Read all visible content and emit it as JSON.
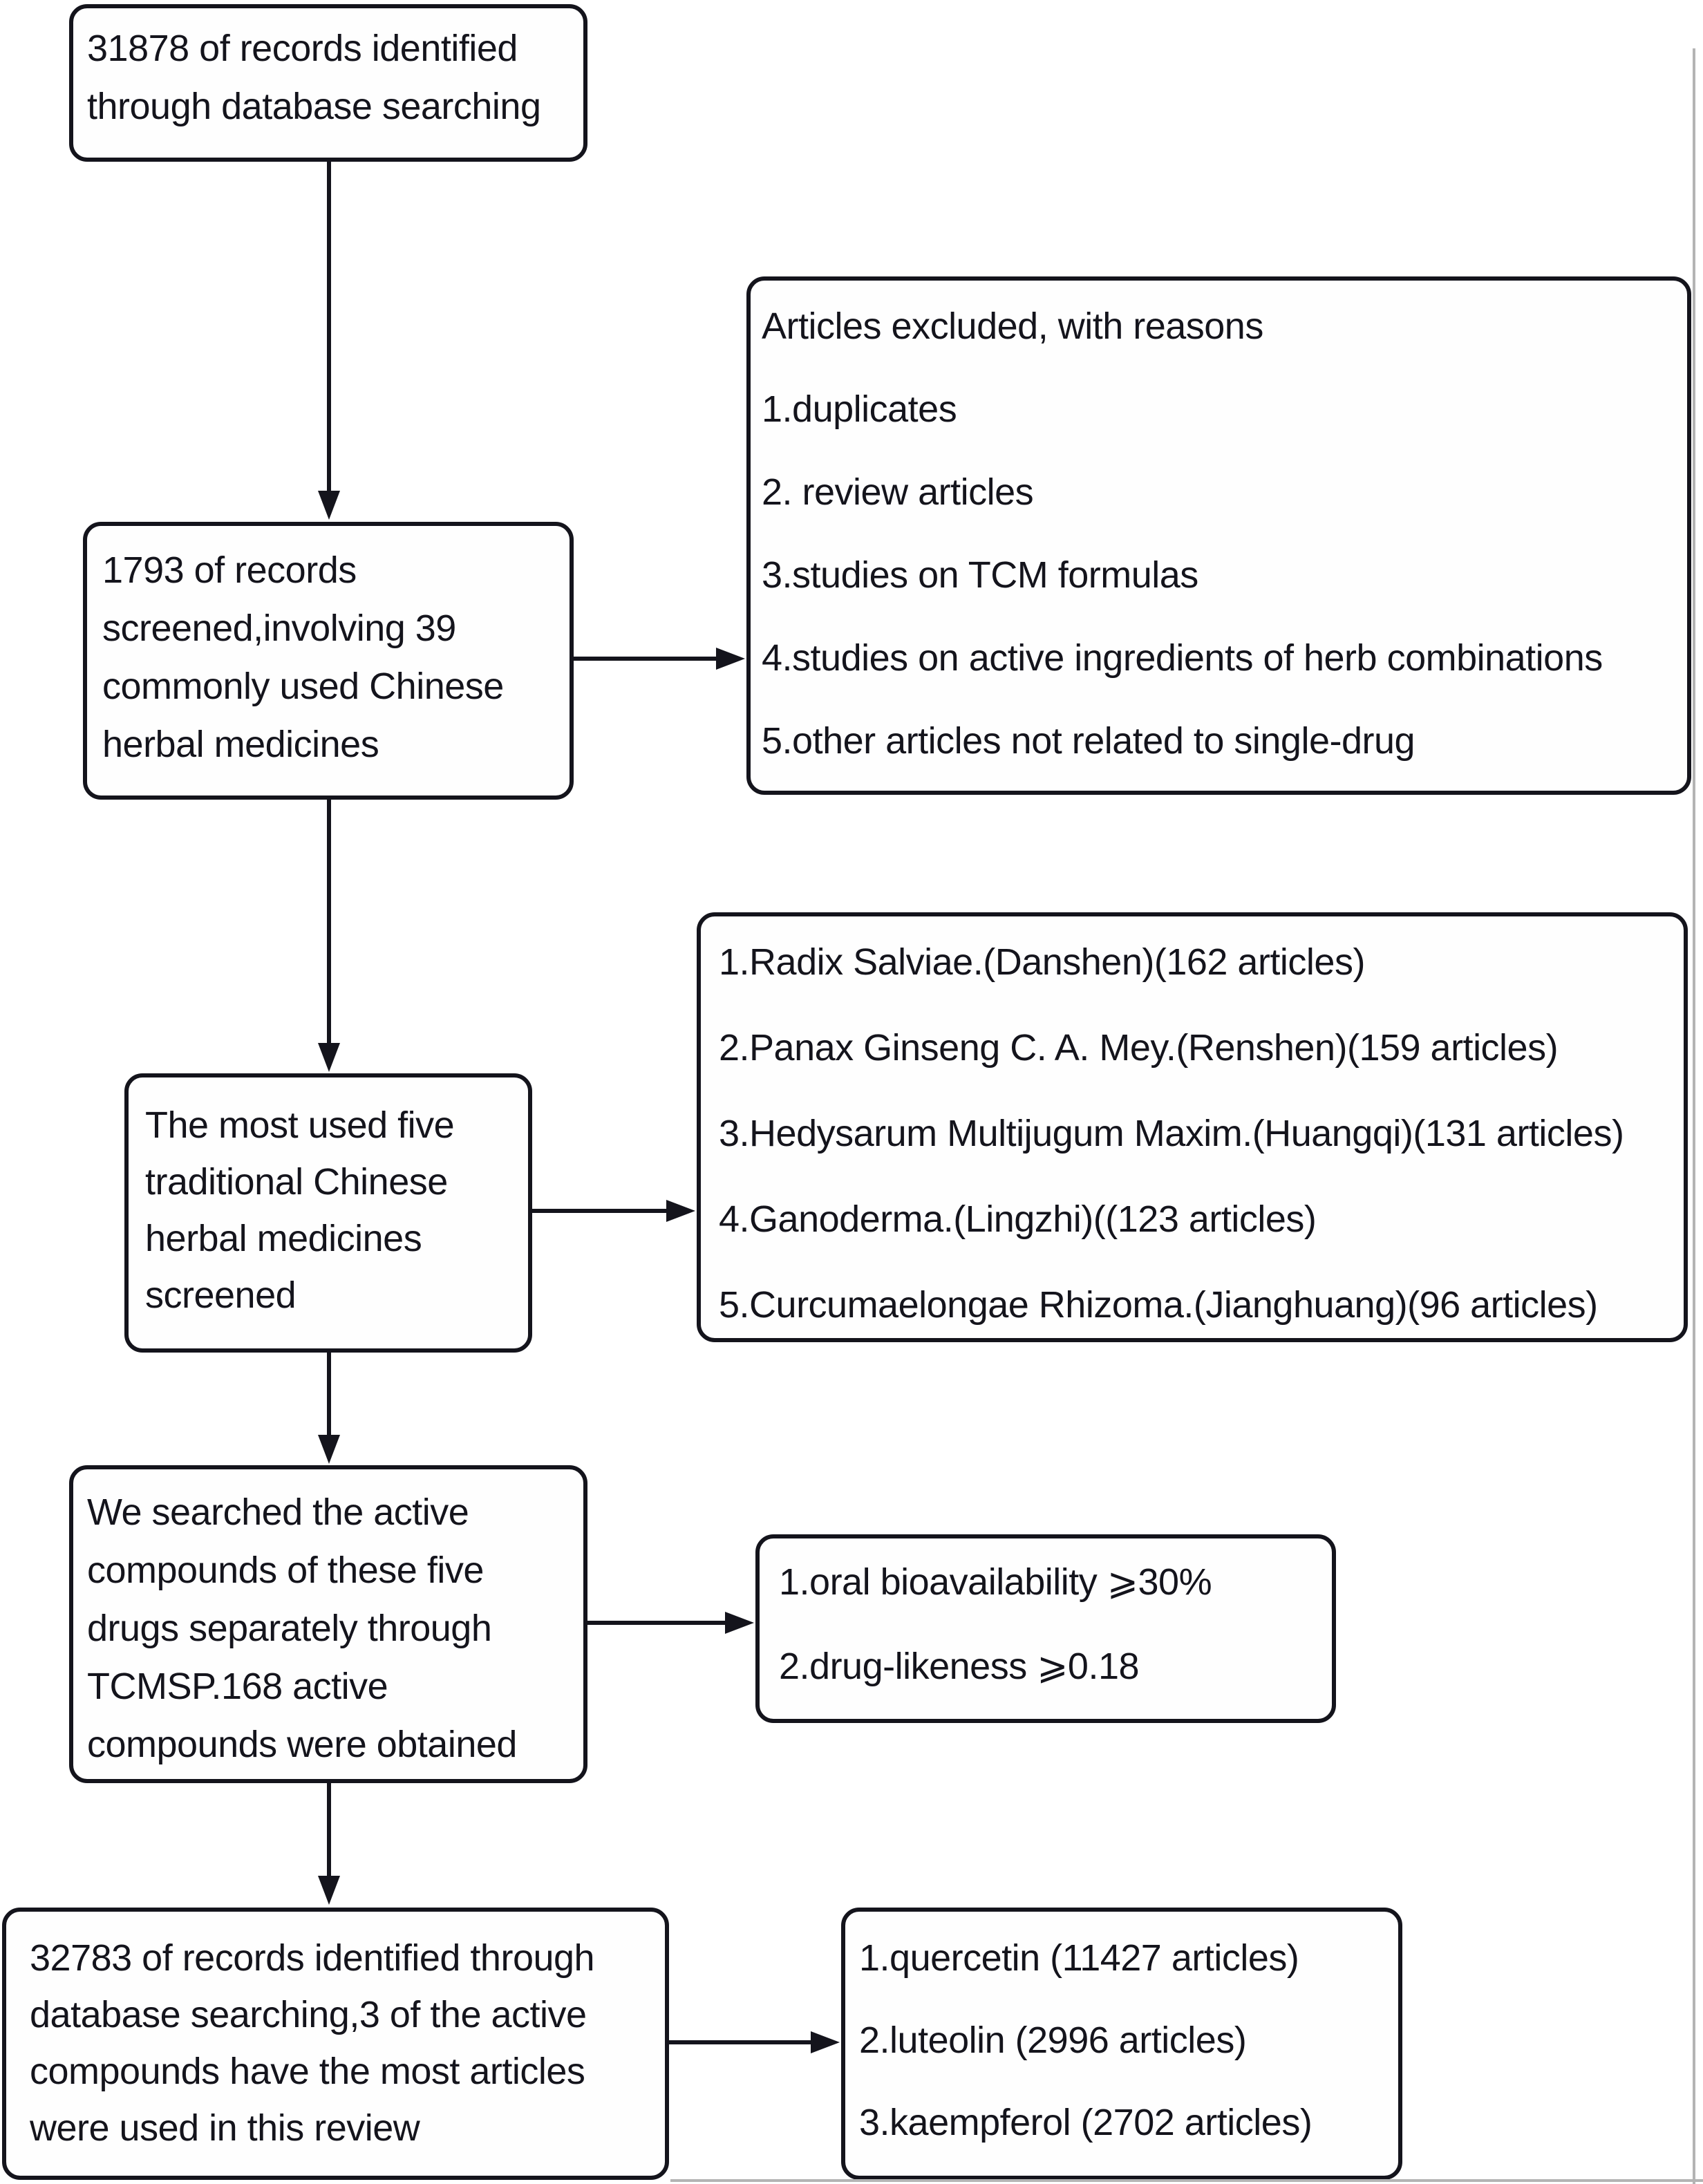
{
  "flow": {
    "title": "Literature screening flow diagram",
    "colors": {
      "stroke": "#14141c",
      "background": "#ffffff",
      "scan_edge": "#b4b4b4"
    },
    "boxes": [
      {
        "id": "records-identified",
        "lines": [
          "31878 of records identified",
          "through database searching"
        ]
      },
      {
        "id": "records-screened",
        "lines": [
          "1793 of records",
          "screened,involving 39",
          "commonly used Chinese",
          "herbal medicines"
        ]
      },
      {
        "id": "articles-excluded",
        "lines": [
          "Articles excluded, with reasons",
          "1.duplicates",
          "2. review articles",
          "3.studies on TCM formulas",
          "4.studies on active ingredients of herb combinations",
          "5.other articles not related to single-drug"
        ]
      },
      {
        "id": "most-used-five",
        "lines": [
          "The most used five",
          "traditional Chinese",
          "herbal medicines",
          "screened"
        ]
      },
      {
        "id": "herb-list",
        "lines": [
          "1.Radix Salviae.(Danshen)(162 articles)",
          "2.Panax Ginseng C. A. Mey.(Renshen)(159 articles)",
          "3.Hedysarum Multijugum Maxim.(Huangqi)(131 articles)",
          "4.Ganoderma.(Lingzhi)((123 articles)",
          "5.Curcumaelongae Rhizoma.(Jianghuang)(96 articles)"
        ]
      },
      {
        "id": "tcmsp-search",
        "lines": [
          "We searched the active",
          "compounds of these five",
          "drugs separately through",
          "TCMSP.168 active",
          "compounds were obtained"
        ]
      },
      {
        "id": "screening-criteria",
        "lines": [
          "1.oral bioavailability ⩾30%",
          "2.drug-likeness ⩾0.18"
        ]
      },
      {
        "id": "records-32783",
        "lines": [
          "32783 of records identified through",
          "database searching,3 of the active",
          "compounds have the most articles",
          "were used in this review"
        ]
      },
      {
        "id": "compound-list",
        "lines": [
          "1.quercetin (11427 articles)",
          "2.luteolin (2996 articles)",
          "3.kaempferol (2702 articles)"
        ]
      }
    ]
  }
}
